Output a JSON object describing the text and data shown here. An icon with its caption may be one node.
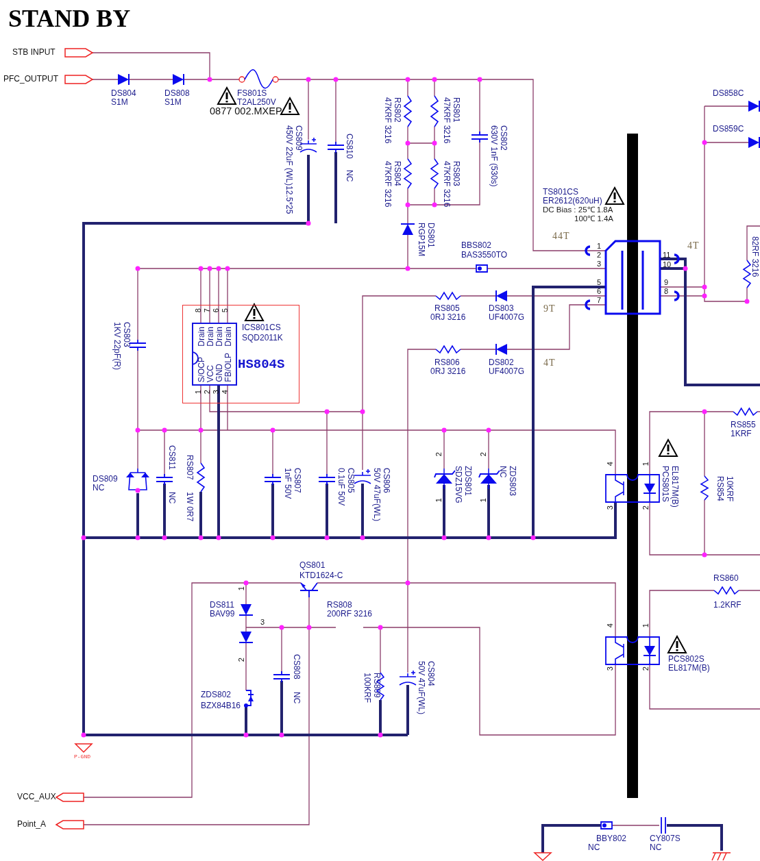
{
  "diagram": {
    "title": "STAND BY",
    "nodes": [
      {
        "text": [
          "ICS801CS",
          "SQD2011K",
          "HS804S"
        ]
      },
      {
        "text": [
          "Drain",
          "Drain",
          "Drain",
          "Drain",
          "S/OCP",
          "VCC",
          "GND",
          "FB/OLP"
        ],
        "in": 0
      }
    ],
    "labels": [
      "STB INPUT",
      "PFC_OUTPUT",
      "DS804",
      "S1M",
      "DS808",
      "S1M",
      "FS801S",
      "T2AL250V",
      "0877 002.MXEP",
      "CS809",
      "450V 22uF (WL)12.5*25",
      "CS810",
      "NC",
      "RS802",
      "47KRF 3216",
      "RS801",
      "47KRF 3216",
      "CS802",
      "630V 1nF (530s)",
      "RS804",
      "47KRF 3216",
      "RS803",
      "47KRF 3216",
      "TS801CS",
      "ER2612(620uH)",
      "DC Bias : 25℃ 1.8A",
      "100℃ 1.4A",
      "DS801",
      "RGP15M",
      "44T",
      "BBS802",
      "BAS3550TO",
      "4T",
      "1",
      "2",
      "3",
      "5",
      "6",
      "7",
      "11",
      "10",
      "9",
      "8",
      "DS858C",
      "DS859C",
      "82RF 3216",
      "8",
      "7",
      "6",
      "5",
      "RS805",
      "0RJ 3216",
      "DS803",
      "UF4007G",
      "9T",
      "CS803",
      "1KV 22pF(R)",
      "RS806",
      "0RJ 3216",
      "DS802",
      "UF4007G",
      "4T",
      "1",
      "2",
      "3",
      "4",
      "RS855",
      "1KRF",
      "CS811",
      "NC",
      "RS807",
      "1W 0R7",
      "DS809",
      "NC",
      "CS807",
      "1nF 50V",
      "CS805",
      "0.1uF 50V",
      "CS806",
      "50V 47uF(WL)",
      "2",
      "ZDS801",
      "SDZ15VG",
      "1",
      "2",
      "ZDS803",
      "NC",
      "1",
      "4",
      "3",
      "1",
      "2",
      "EL817M(B)",
      "PCS801S",
      "10KRF",
      "RS854",
      "QS801",
      "KTD1624-C",
      "RS860",
      "DS811",
      "BAV99",
      "1",
      "3",
      "RS808",
      "200RF 3216",
      "1.2KRF",
      "4",
      "1",
      "PCS802S",
      "EL817M(B)",
      "2",
      "CS808",
      "3",
      "2",
      "NC",
      "RS809",
      "100KRF",
      "CS804",
      "50V 47uF(WL)",
      "ZDS802",
      "BZX84B16",
      "P-GND",
      "VCC_AUX",
      "Point_A",
      "BBY802",
      "NC",
      "CY807S",
      "NC"
    ]
  }
}
